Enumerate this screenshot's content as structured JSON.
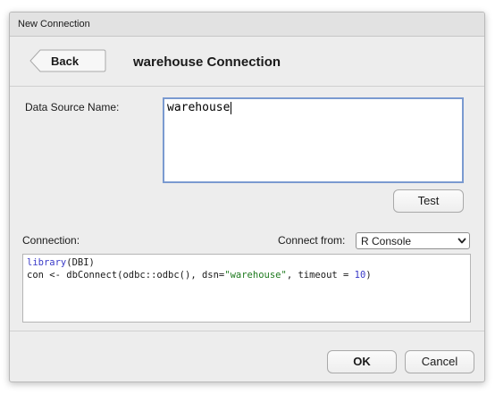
{
  "window": {
    "title": "New Connection"
  },
  "header": {
    "back_label": "Back",
    "title": "warehouse Connection"
  },
  "form": {
    "dsn_label": "Data Source Name:",
    "dsn_value": "warehouse",
    "test_label": "Test"
  },
  "connection": {
    "label": "Connection:",
    "connect_from_label": "Connect from:",
    "connect_from_selected": "R Console",
    "code": {
      "line1_fn": "library",
      "line1_rest": "(DBI)",
      "line2_prefix": "con <- dbConnect(odbc::odbc(), dsn=",
      "line2_string": "\"warehouse\"",
      "line2_mid": ", timeout = ",
      "line2_number": "10",
      "line2_suffix": ")"
    }
  },
  "footer": {
    "ok_label": "OK",
    "cancel_label": "Cancel"
  },
  "colors": {
    "keyword": "#3a3ac8",
    "string": "#1e7a1e",
    "input_focus_border": "#7a9ad0"
  },
  "icons": {
    "back": "back-arrow-icon",
    "select": "chevron-down-icon"
  }
}
